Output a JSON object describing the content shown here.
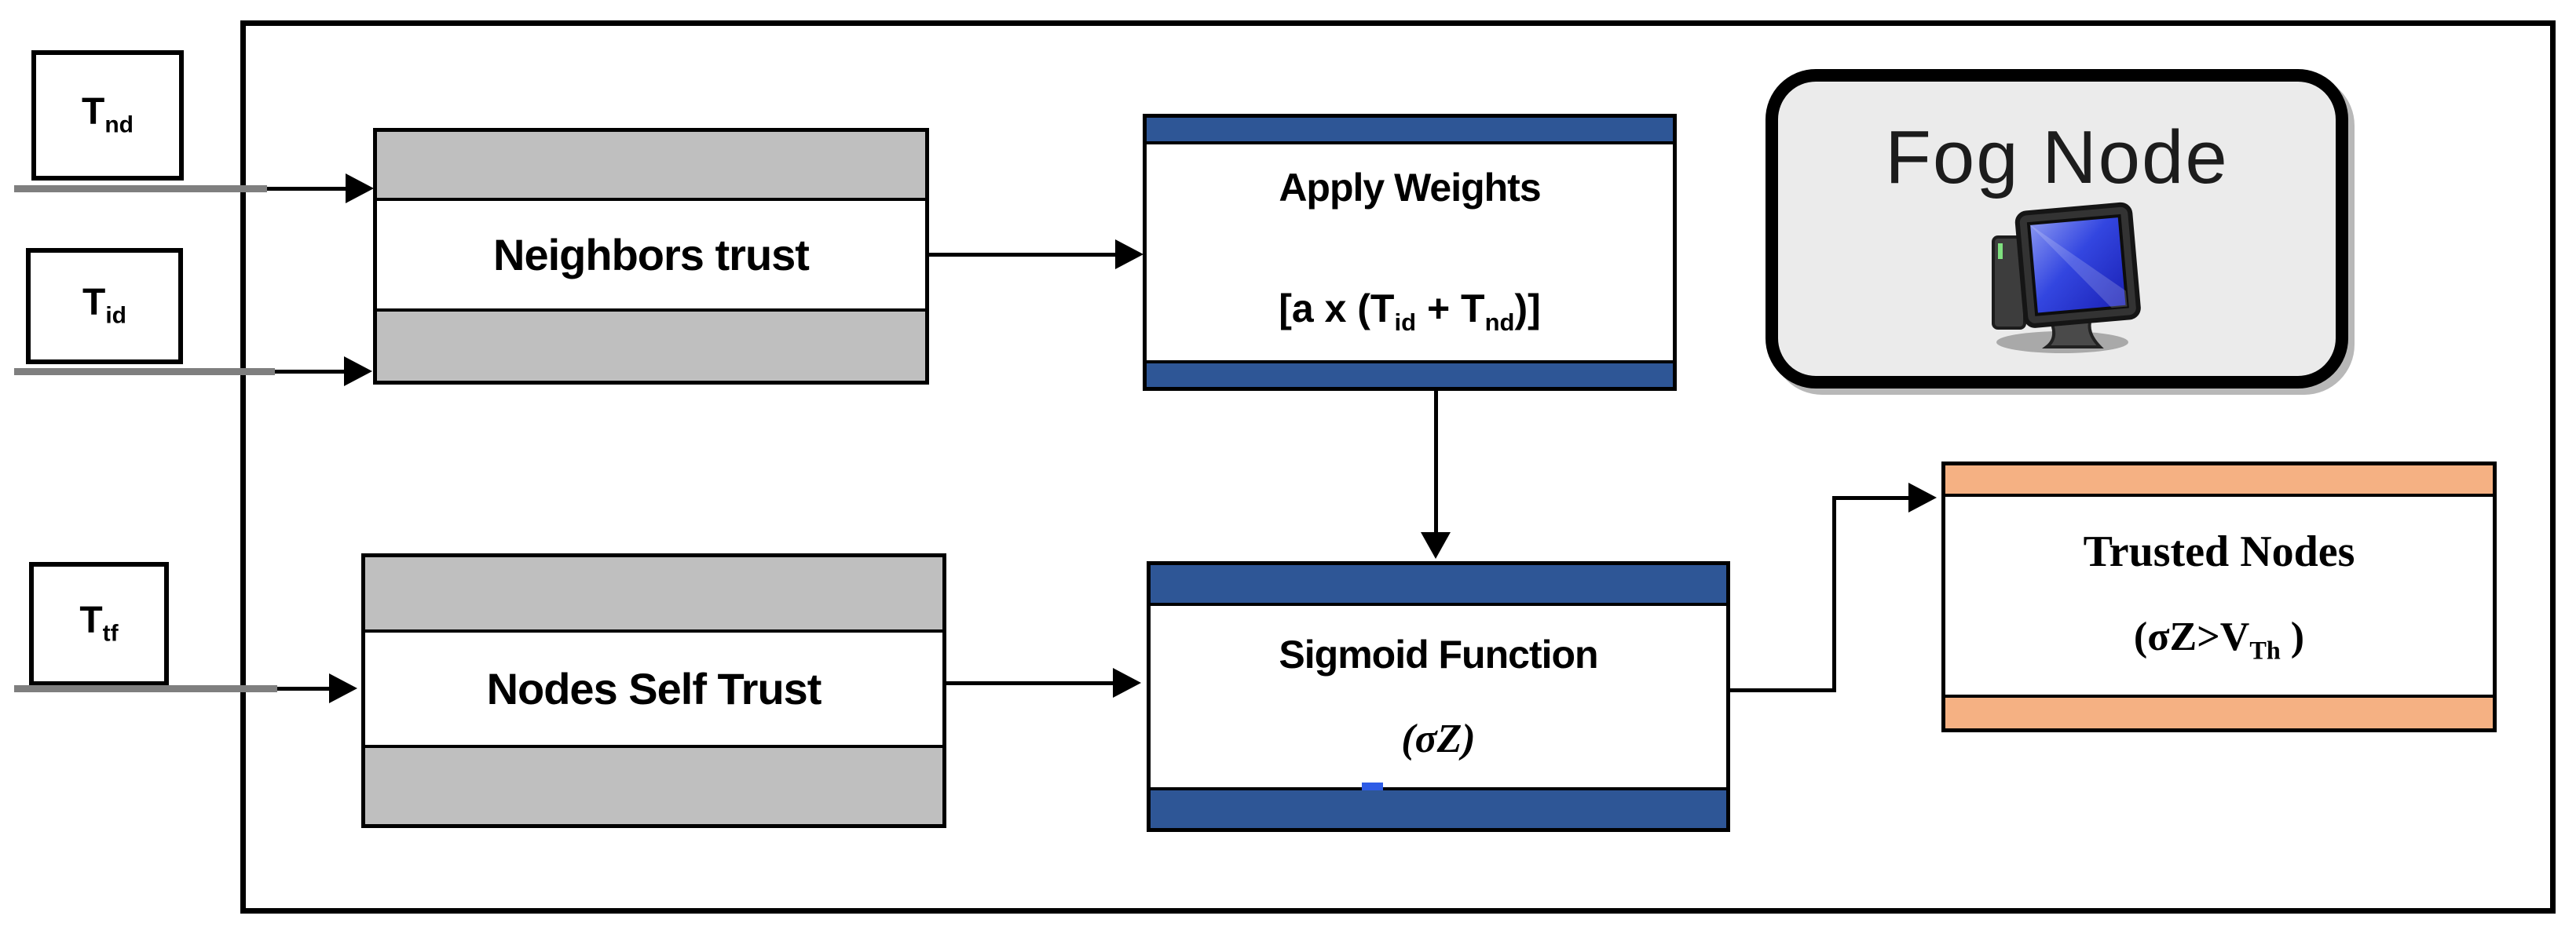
{
  "inputs": [
    {
      "base": "T",
      "sub": "nd"
    },
    {
      "base": "T",
      "sub": "id"
    },
    {
      "base": "T",
      "sub": "tf"
    }
  ],
  "neighbors_trust": {
    "label": "Neighbors trust"
  },
  "apply_weights": {
    "title": "Apply Weights",
    "formula": {
      "p1": "[a x (T",
      "s1": "id",
      "p2": " + T",
      "s2": "nd",
      "p3": ")]"
    }
  },
  "nodes_self_trust": {
    "label": "Nodes Self Trust"
  },
  "sigmoid": {
    "title": "Sigmoid Function",
    "formula": "(σZ)"
  },
  "trusted_nodes": {
    "title": "Trusted Nodes",
    "cond": {
      "p1": "(σZ>V",
      "sub": "Th",
      "p2": " )"
    }
  },
  "fog_node": {
    "label": "Fog Node"
  },
  "colors": {
    "band_gray": "#bfbfbf",
    "band_blue": "#2e5696",
    "band_orange": "#f5b183",
    "fog_fill": "#ebebeb",
    "monitor_screen_blue": "#2a3fd4",
    "spellcheck_blue": "#2e5ce6"
  }
}
